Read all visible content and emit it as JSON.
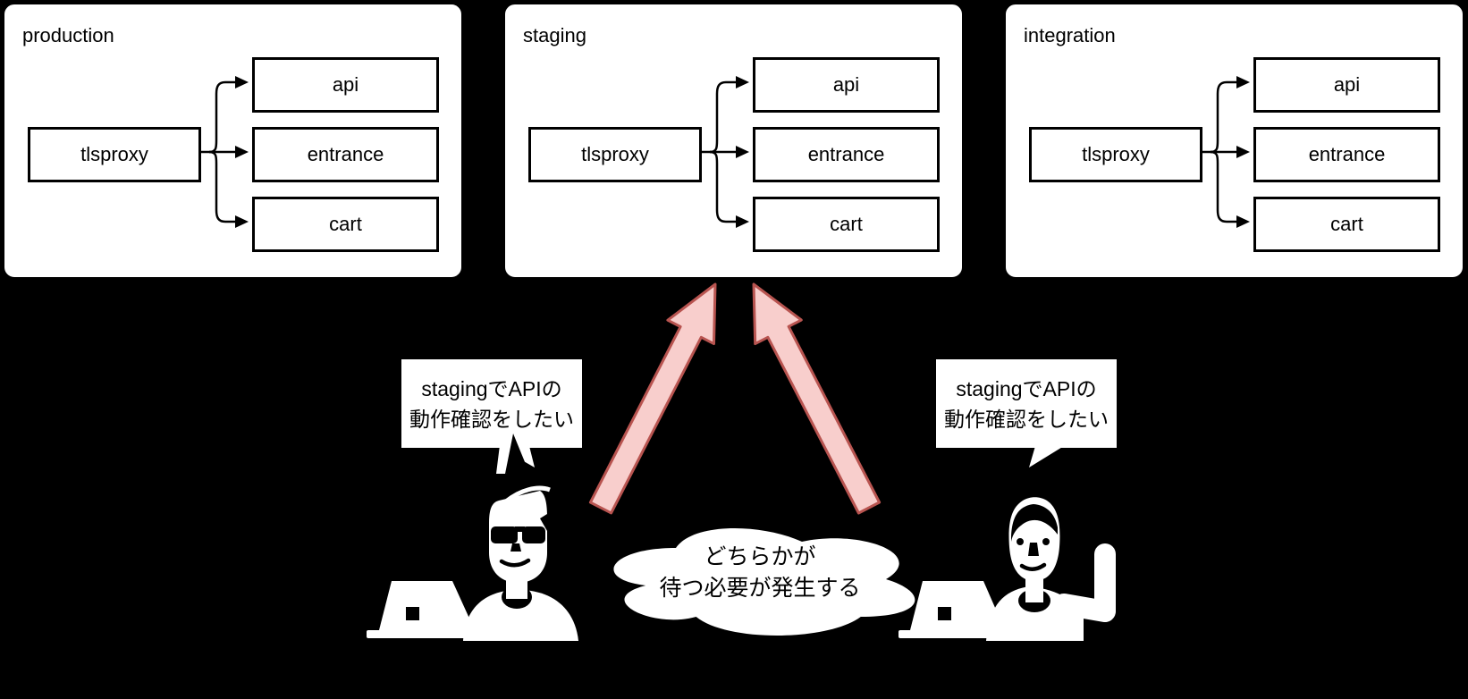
{
  "diagram": {
    "environments": [
      {
        "title": "production",
        "proxy": "tlsproxy",
        "services": [
          "api",
          "entrance",
          "cart"
        ]
      },
      {
        "title": "staging",
        "proxy": "tlsproxy",
        "services": [
          "api",
          "entrance",
          "cart"
        ]
      },
      {
        "title": "integration",
        "proxy": "tlsproxy",
        "services": [
          "api",
          "entrance",
          "cart"
        ]
      }
    ]
  },
  "speech_bubbles": {
    "left": {
      "line1": "stagingでAPIの",
      "line2": "動作確認をしたい"
    },
    "right": {
      "line1": "stagingでAPIの",
      "line2": "動作確認をしたい"
    }
  },
  "cloud": {
    "line1": "どちらかが",
    "line2": "待つ必要が発生する"
  },
  "colors": {
    "background": "#000000",
    "panel_fill": "#ffffff",
    "panel_stroke": "#000000",
    "highlight_arrow_fill": "#f8cecc",
    "highlight_arrow_stroke": "#b85450",
    "text": "#000000"
  }
}
